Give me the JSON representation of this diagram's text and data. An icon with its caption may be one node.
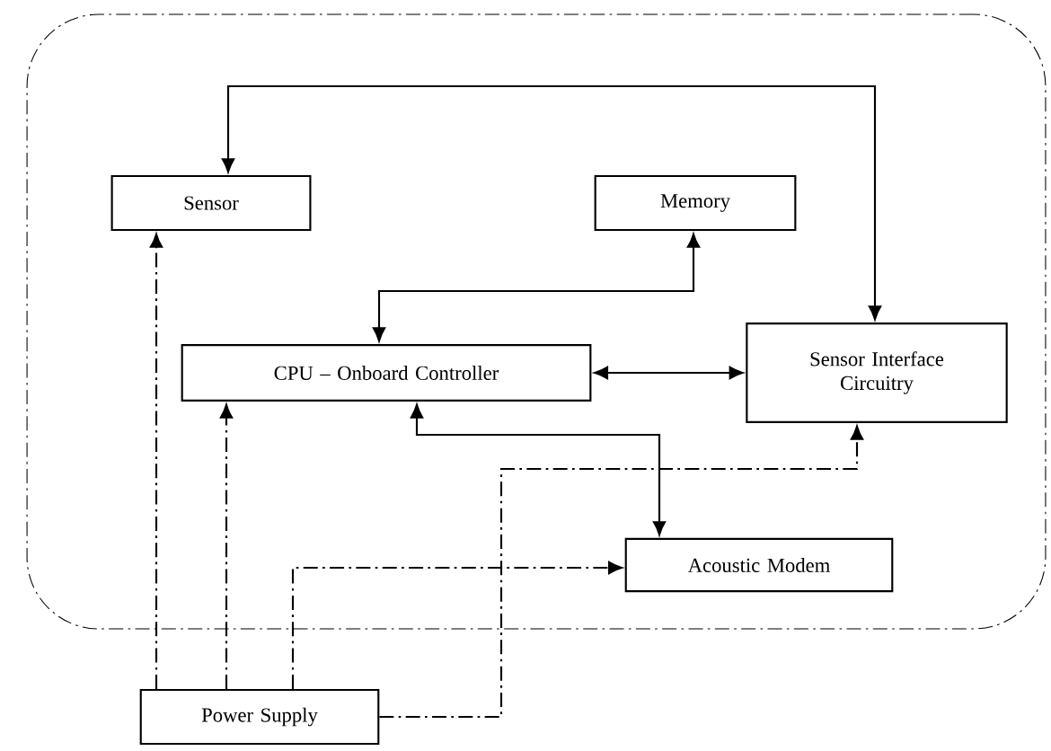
{
  "diagram": {
    "nodes": [
      {
        "text": [],
        "shape": "box"
      },
      {
        "text": [
          "Sensor"
        ],
        "in": 0
      },
      {
        "text": [
          "Memory"
        ],
        "in": 0
      },
      {
        "text": [
          "CPU – Onboard Controller"
        ],
        "in": 0
      },
      {
        "text": [
          "Sensor Interface Circuitry"
        ],
        "in": 0
      },
      {
        "text": [
          "Acoustic Modem"
        ],
        "in": 0
      },
      {
        "text": [
          "Power Supply"
        ]
      }
    ],
    "edges": [
      {
        "from": 4,
        "to": 1,
        "arrow": "both"
      },
      {
        "from": 3,
        "to": 2,
        "arrow": "both"
      },
      {
        "from": 3,
        "to": 4,
        "arrow": "both"
      },
      {
        "from": 3,
        "to": 5,
        "arrow": "both"
      },
      {
        "from": 6,
        "to": 1,
        "arrow": "to",
        "style": "dashed"
      },
      {
        "from": 6,
        "to": 3,
        "arrow": "to",
        "style": "dashed"
      },
      {
        "from": 6,
        "to": 5,
        "arrow": "to",
        "style": "dashed"
      },
      {
        "from": 6,
        "to": 4,
        "arrow": "to",
        "style": "dashed"
      }
    ]
  }
}
